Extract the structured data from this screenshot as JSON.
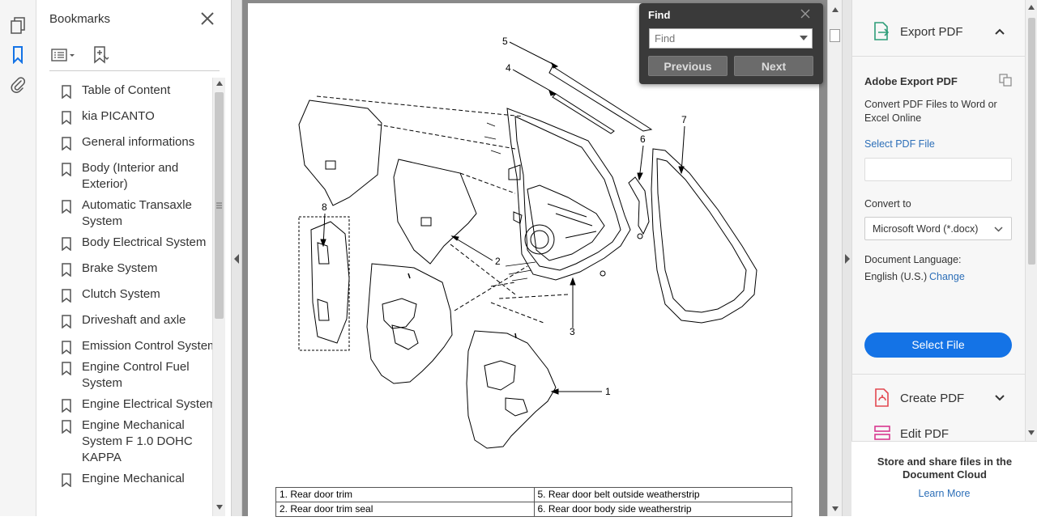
{
  "bookmarks": {
    "title": "Bookmarks",
    "items": [
      {
        "label": "Table of Content"
      },
      {
        "label": "kia PICANTO"
      },
      {
        "label": "General informations"
      },
      {
        "label": "Body (Interior and Exterior)"
      },
      {
        "label": "Automatic Transaxle System"
      },
      {
        "label": "Body Electrical System"
      },
      {
        "label": "Brake System"
      },
      {
        "label": "Clutch System"
      },
      {
        "label": "Driveshaft and axle"
      },
      {
        "label": "Emission Control System"
      },
      {
        "label": "Engine Control  Fuel System"
      },
      {
        "label": "Engine Electrical System"
      },
      {
        "label": "Engine Mechanical System F 1.0 DOHC KAPPA"
      },
      {
        "label": "Engine Mechanical"
      }
    ]
  },
  "find": {
    "title": "Find",
    "placeholder": "Find",
    "previous_label": "Previous",
    "next_label": "Next"
  },
  "diagram": {
    "callouts": [
      "1",
      "2",
      "3",
      "4",
      "5",
      "6",
      "7",
      "8"
    ]
  },
  "legend": {
    "rows": [
      [
        "1. Rear door trim",
        "5. Rear door belt outside weatherstrip"
      ],
      [
        "2. Rear door trim seal",
        "6. Rear door body side weatherstrip"
      ]
    ]
  },
  "export_panel": {
    "header_title": "Export PDF",
    "section_title": "Adobe Export PDF",
    "description": "Convert PDF Files to Word or Excel Online",
    "select_pdf_link": "Select PDF File",
    "convert_to_label": "Convert to",
    "convert_to_value": "Microsoft Word (*.docx)",
    "doc_language_label": "Document Language:",
    "doc_language_value": "English (U.S.)",
    "change_link": "Change",
    "select_file_button": "Select File",
    "tools": [
      {
        "label": "Create PDF"
      },
      {
        "label": "Edit PDF"
      }
    ],
    "cloud_text": "Store and share files in the Document Cloud",
    "learn_more": "Learn More"
  },
  "colors": {
    "accent_blue": "#1473e6",
    "link_blue": "#2d6fb8",
    "export_green": "#2d9d78",
    "create_red": "#e34850",
    "edit_pink": "#d83790"
  }
}
